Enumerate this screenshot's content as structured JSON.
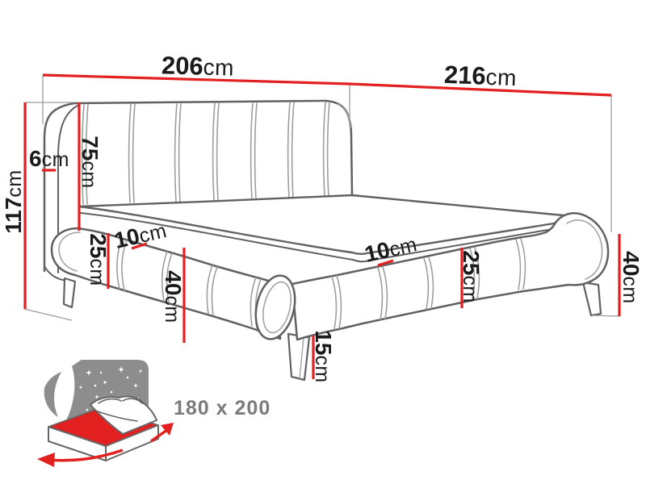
{
  "drawing_subject": "upholstered bed with headboard - dimensioned technical sketch",
  "dims": {
    "width": {
      "value": "206",
      "unit": "cm"
    },
    "length": {
      "value": "216",
      "unit": "cm"
    },
    "total_height": {
      "value": "117",
      "unit": "cm"
    },
    "headboard_depth": {
      "value": "6",
      "unit": "cm"
    },
    "headboard_height": {
      "value": "75",
      "unit": "cm"
    },
    "side_rail_offset": {
      "value": "10",
      "unit": "cm"
    },
    "side_rail_height": {
      "value": "25",
      "unit": "cm"
    },
    "side_base_height": {
      "value": "40",
      "unit": "cm"
    },
    "front_rail_offset": {
      "value": "10",
      "unit": "cm"
    },
    "front_rail_height": {
      "value": "25",
      "unit": "cm"
    },
    "leg_height": {
      "value": "15",
      "unit": "cm"
    },
    "frame_corner_height": {
      "value": "40",
      "unit": "cm"
    }
  },
  "badge": {
    "mattress_size": "180 x 200"
  },
  "colors": {
    "dimension_red": "#e32020",
    "outline_gray": "#616161",
    "inner_line_gray": "#a3a3a3",
    "extension_gray": "#9c9c9c",
    "icon_gray": "#8d8d8d",
    "label_dark": "#1b1b1b",
    "badge_text_gray": "#7b7b7b"
  }
}
